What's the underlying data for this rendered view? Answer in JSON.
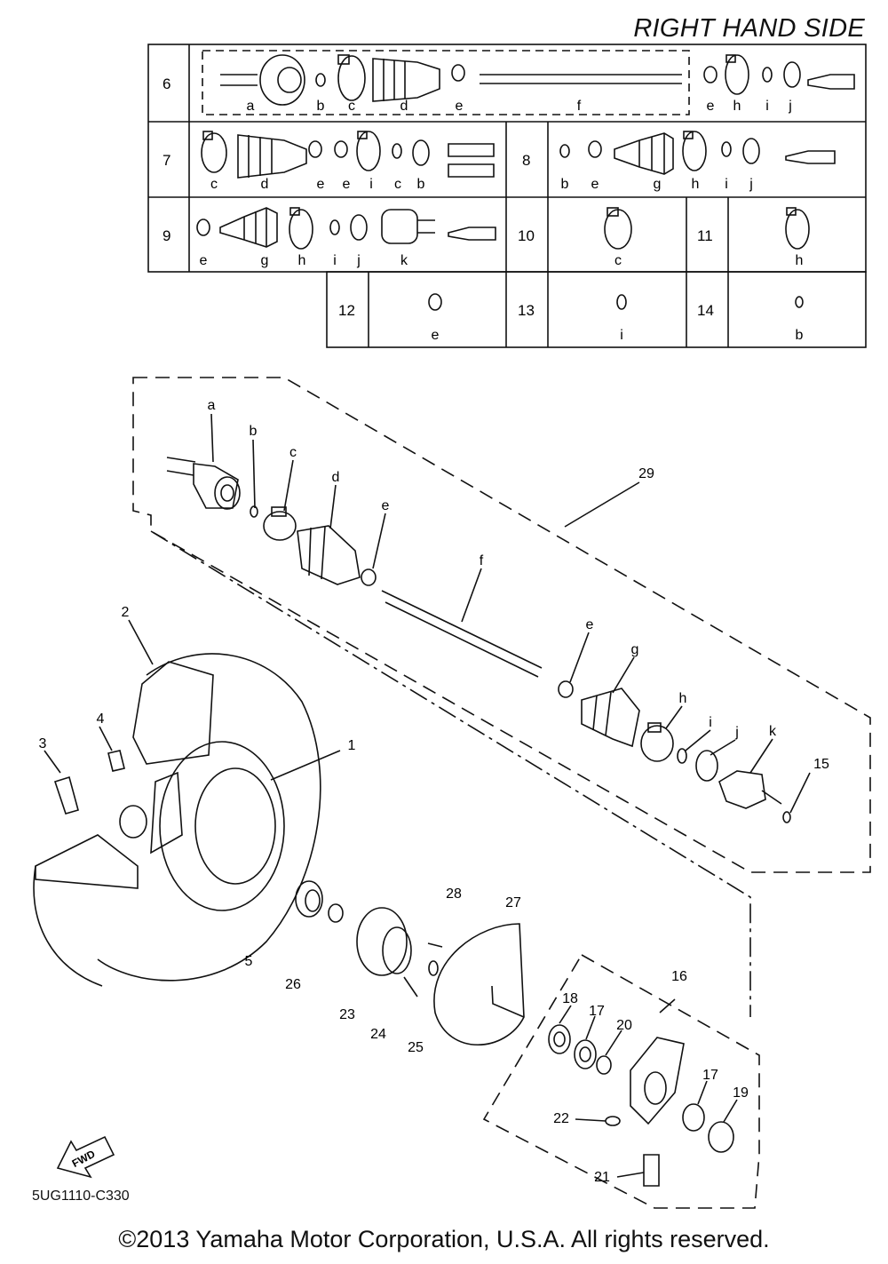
{
  "header": {
    "title": "RIGHT HAND SIDE"
  },
  "kits": [
    {
      "num": "6",
      "items": [
        "a",
        "b",
        "c",
        "d",
        "e",
        "f",
        "e",
        "h",
        "i",
        "j"
      ]
    },
    {
      "num": "7",
      "items": [
        "c",
        "d",
        "e",
        "e",
        "i",
        "c",
        "b"
      ]
    },
    {
      "num": "8",
      "items": [
        "b",
        "e",
        "g",
        "h",
        "i",
        "j"
      ]
    },
    {
      "num": "9",
      "items": [
        "e",
        "g",
        "h",
        "i",
        "j",
        "k"
      ]
    },
    {
      "num": "10",
      "items": [
        "c"
      ]
    },
    {
      "num": "11",
      "items": [
        "h"
      ]
    },
    {
      "num": "12",
      "items": [
        "e"
      ]
    },
    {
      "num": "13",
      "items": [
        "i"
      ]
    },
    {
      "num": "14",
      "items": [
        "b"
      ]
    }
  ],
  "exploded_letters": [
    "a",
    "b",
    "c",
    "d",
    "e",
    "f",
    "e",
    "g",
    "h",
    "i",
    "j",
    "k"
  ],
  "callouts": [
    "1",
    "2",
    "3",
    "4",
    "5",
    "15",
    "16",
    "17",
    "17",
    "18",
    "19",
    "20",
    "21",
    "22",
    "23",
    "24",
    "25",
    "26",
    "27",
    "28",
    "29"
  ],
  "fwd_label": "FWD",
  "part_code": "5UG1110-C330",
  "copyright": "©2013 Yamaha Motor Corporation, U.S.A. All rights reserved."
}
